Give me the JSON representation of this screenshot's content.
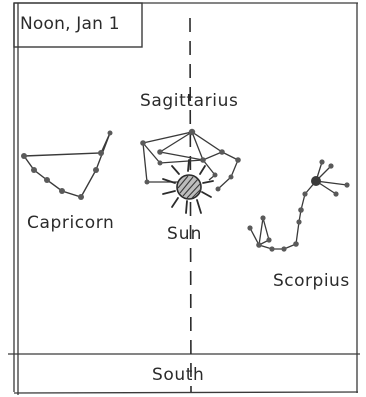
{
  "time_label": "Noon, Jan 1",
  "constellations": {
    "sagittarius": "Sagittarius",
    "capricorn": "Capricorn",
    "scorpius": "Scorpius"
  },
  "sun_label": "Sun",
  "direction_label": "South",
  "colors": {
    "ink": "#2b2b2b",
    "star": "#5a5a5a",
    "background": "#ffffff"
  }
}
